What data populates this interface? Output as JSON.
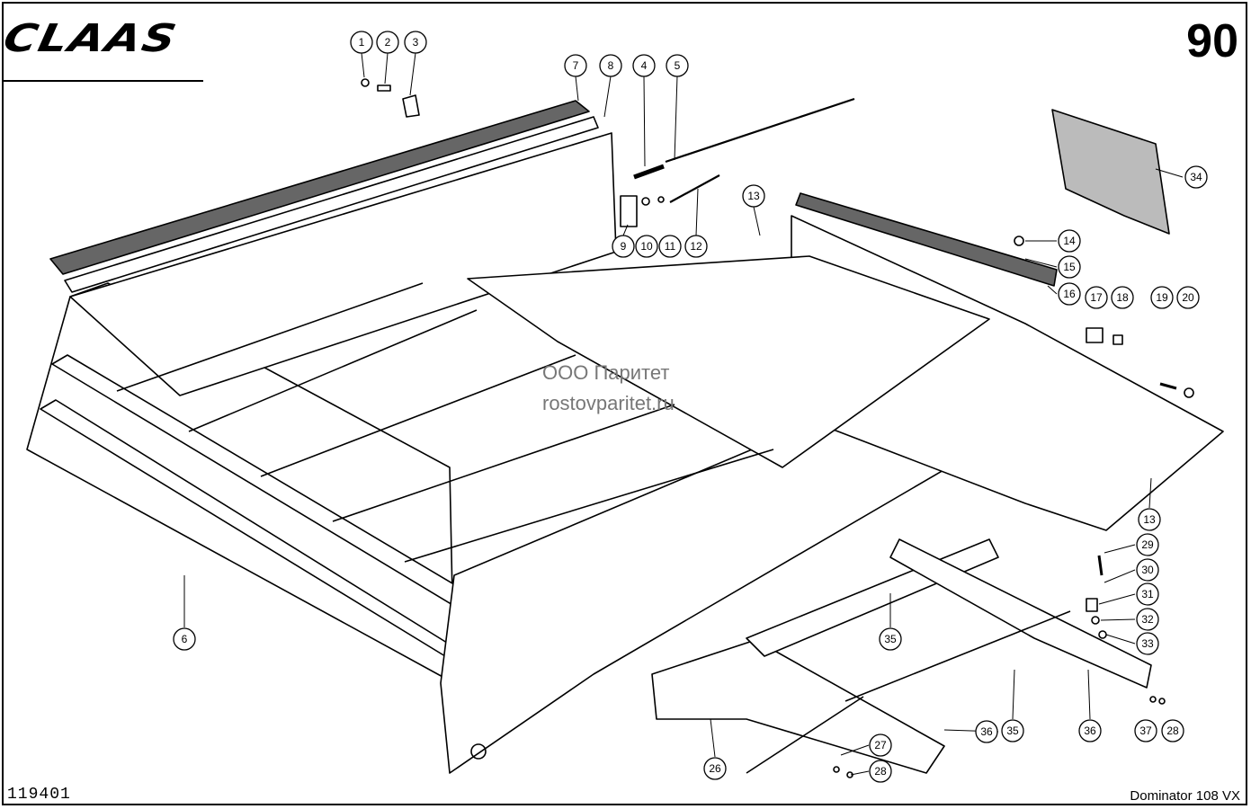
{
  "header": {
    "brand": "CLAAS",
    "page_number": "90"
  },
  "footer": {
    "drawing_number": "119401",
    "model": "Dominator 108 VX"
  },
  "watermark": {
    "line1": "ООО Паритет",
    "line2": "rostovparitet.ru"
  },
  "callouts": [
    {
      "label": "1"
    },
    {
      "label": "2"
    },
    {
      "label": "3"
    },
    {
      "label": "7"
    },
    {
      "label": "8"
    },
    {
      "label": "4"
    },
    {
      "label": "5"
    },
    {
      "label": "9"
    },
    {
      "label": "10"
    },
    {
      "label": "11"
    },
    {
      "label": "12"
    },
    {
      "label": "13"
    },
    {
      "label": "34"
    },
    {
      "label": "14"
    },
    {
      "label": "15"
    },
    {
      "label": "16"
    },
    {
      "label": "17"
    },
    {
      "label": "18"
    },
    {
      "label": "19"
    },
    {
      "label": "20"
    },
    {
      "label": "13"
    },
    {
      "label": "29"
    },
    {
      "label": "30"
    },
    {
      "label": "31"
    },
    {
      "label": "32"
    },
    {
      "label": "33"
    },
    {
      "label": "6"
    },
    {
      "label": "35"
    },
    {
      "label": "35"
    },
    {
      "label": "36"
    },
    {
      "label": "36"
    },
    {
      "label": "37"
    },
    {
      "label": "28"
    },
    {
      "label": "27"
    },
    {
      "label": "28"
    },
    {
      "label": "26"
    }
  ]
}
